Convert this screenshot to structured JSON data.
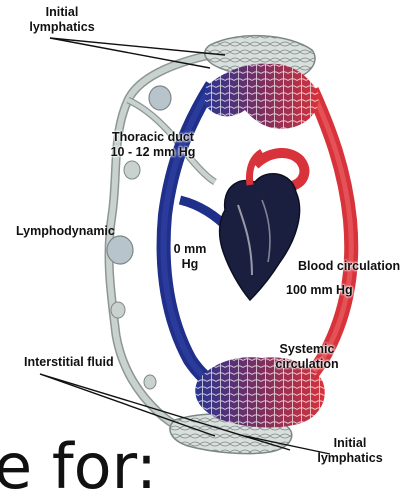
{
  "labels": {
    "initial_lymphatics_top": "Initial\nlymphatics",
    "thoracic_duct": "Thoracic duct\n10 - 12 mm Hg",
    "lymphodynamic": "Lymphodynamic",
    "zero_mm": "0 mm\nHg",
    "blood_circulation": "Blood circulation",
    "pressure_100": "100 mm Hg",
    "systemic_circulation": "Systemic\ncirculation",
    "interstitial_fluid": "Interstitial fluid",
    "initial_lymphatics_bottom": "Initial\nlymphatics"
  },
  "cropped_text": "e for:",
  "colors": {
    "arterial": "#d8323a",
    "venous": "#1f2f8a",
    "lymph": "#c9d2cf",
    "lymph_stroke": "#8c9794",
    "heart": "#1b1f3f",
    "mesh_mid": "#7a2f5f"
  }
}
